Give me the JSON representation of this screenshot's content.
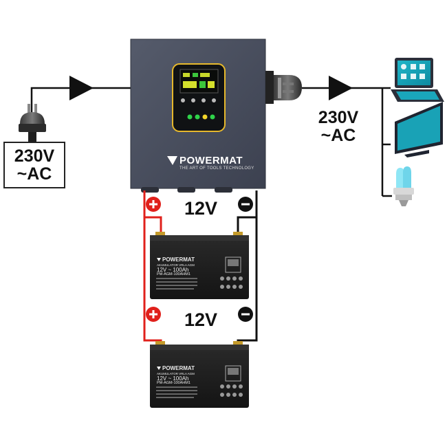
{
  "input": {
    "voltage_line1": "230V",
    "voltage_line2": "~AC"
  },
  "output": {
    "voltage_line1": "230V",
    "voltage_line2": "~AC"
  },
  "inverter": {
    "brand": "POWERMAT",
    "tagline": "THE ART OF TOOLS TECHNOLOGY"
  },
  "battery_top": {
    "voltage": "12V",
    "brand": "POWERMAT",
    "header": "AKUMULATOR VRLA AGM",
    "rating": "12V ~ 100Ah",
    "model": "PM-AGM-100AHM1"
  },
  "battery_bottom": {
    "voltage": "12V",
    "brand": "POWERMAT",
    "header": "AKUMULATOR VRLA AGM",
    "rating": "12V ~ 100Ah",
    "model": "PM-AGM-100AHM1"
  },
  "loads": [
    "laptop-icon",
    "monitor-icon",
    "bulb-icon"
  ],
  "colors": {
    "positive": "#e0201b",
    "negative": "#111111",
    "inverter_body": "#4a5060",
    "battery_body": "#1b1b1b"
  }
}
